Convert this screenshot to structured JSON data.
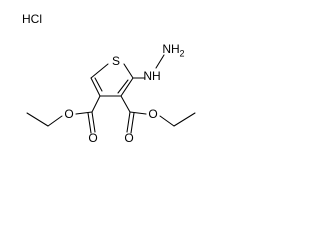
{
  "molecule": {
    "salt_label": "HCl",
    "atom_labels": {
      "sulfur": "S",
      "amine_nh": "NH",
      "terminal_nh2": "NH",
      "subscript_2": "2",
      "ester_left_ether_o": "O",
      "ester_left_carbonyl_o": "O",
      "ester_right_carbonyl_o": "O",
      "ester_right_ether_o": "O"
    }
  }
}
